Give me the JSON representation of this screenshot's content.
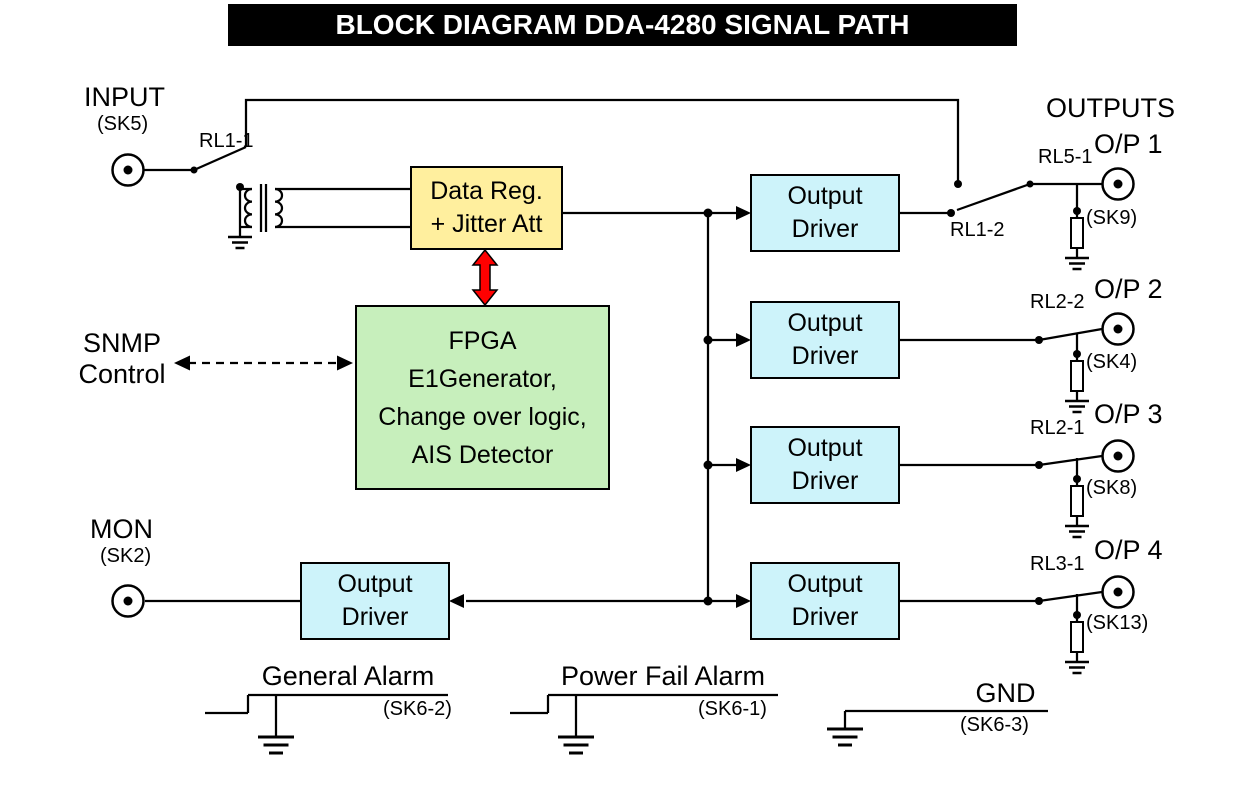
{
  "title": "BLOCK DIAGRAM DDA-4280 SIGNAL PATH",
  "colors": {
    "block_yellow": "#FFEF9E",
    "block_green": "#C7EFBC",
    "block_cyan": "#CDF3FA",
    "arrow_red": "#FF0000",
    "title_bg": "#000000"
  },
  "input": {
    "label": "INPUT",
    "connector": "(SK5)",
    "relay": "RL1-1"
  },
  "snmp": {
    "line1": "SNMP",
    "line2": "Control"
  },
  "mon": {
    "label": "MON",
    "connector": "(SK2)"
  },
  "blocks": {
    "data_reg": {
      "line1": "Data Reg.",
      "line2": "+ Jitter Att"
    },
    "fpga": {
      "line1": "FPGA",
      "line2": "E1Generator,",
      "line3": "Change over logic,",
      "line4": "AIS Detector"
    },
    "output_driver": {
      "line1": "Output",
      "line2": "Driver"
    }
  },
  "outputs": {
    "header": "OUTPUTS",
    "bypass_relay": "RL1-2",
    "ports": [
      {
        "label": "O/P 1",
        "relay": "RL5-1",
        "connector": "(SK9)"
      },
      {
        "label": "O/P 2",
        "relay": "RL2-2",
        "connector": "(SK4)"
      },
      {
        "label": "O/P 3",
        "relay": "RL2-1",
        "connector": "(SK8)"
      },
      {
        "label": "O/P 4",
        "relay": "RL3-1",
        "connector": "(SK13)"
      }
    ]
  },
  "bottom": {
    "general_alarm": {
      "label": "General Alarm",
      "connector": "(SK6-2)"
    },
    "power_fail_alarm": {
      "label": "Power Fail Alarm",
      "connector": "(SK6-1)"
    },
    "gnd": {
      "label": "GND",
      "connector": "(SK6-3)"
    }
  }
}
